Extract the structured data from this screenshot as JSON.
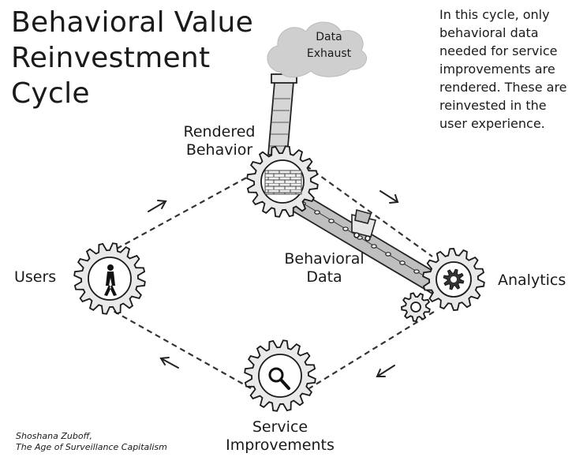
{
  "title_lines": [
    "Behavioral Value",
    "Reinvestment",
    "Cycle"
  ],
  "description_lines": [
    "In this cycle, only",
    "behavioral data",
    "needed for service",
    "improvements are",
    "rendered. These are",
    "reinvested in the",
    "user experience."
  ],
  "smoke_label_lines": [
    "Data",
    "Exhaust"
  ],
  "nodes": {
    "rendered_behavior": [
      "Rendered",
      "Behavior"
    ],
    "users": [
      "Users"
    ],
    "behavioral_data": [
      "Behavioral",
      "Data"
    ],
    "analytics": [
      "Analytics"
    ],
    "service_improvements": [
      "Service",
      "Improvements"
    ]
  },
  "credit_lines": [
    "Shoshana Zuboff,",
    "The Age of Surveillance Capitalism"
  ],
  "icons": {
    "rendered_behavior_gear": "brick-wall-icon",
    "users_gear": "walking-person-icon",
    "analytics_gear": "gear-icon",
    "small_gear": "gear-icon",
    "service_gear": "magnifying-glass-icon",
    "smokestack": "smokestack-icon",
    "conveyor": "conveyor-belt-icon",
    "cart": "cart-icon",
    "cloud": "cloud-icon"
  },
  "colors": {
    "ink": "#1a1a1a",
    "shade": "#d9d9d9",
    "smoke": "#c9c9c9",
    "gear_fill": "#e9e9e9"
  }
}
